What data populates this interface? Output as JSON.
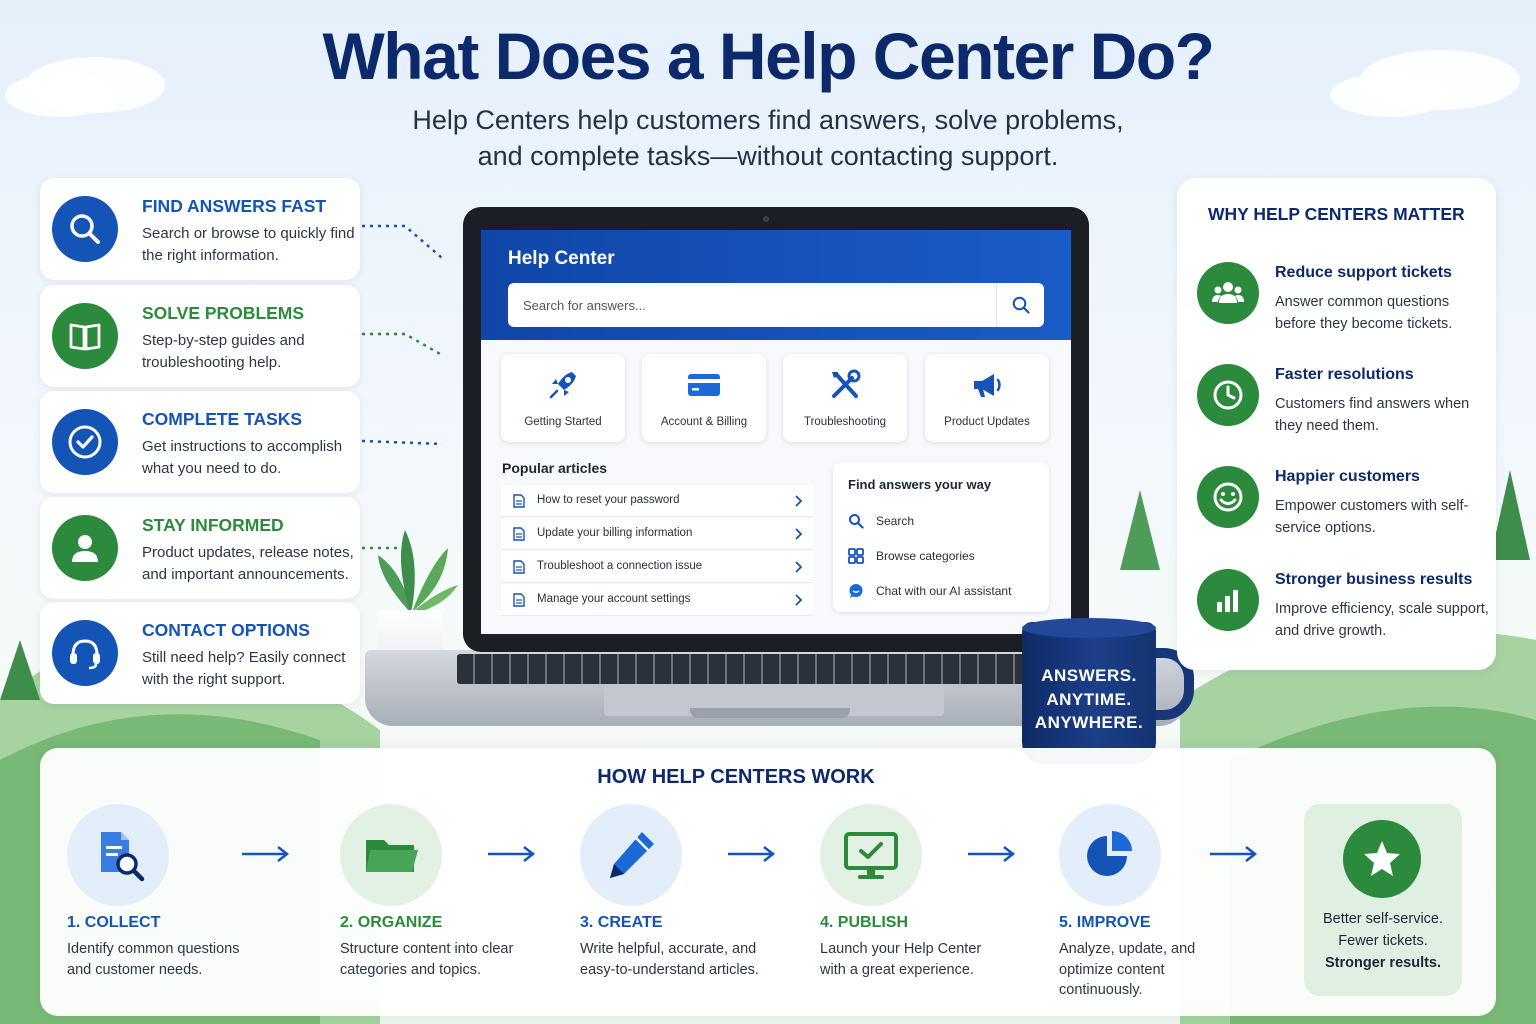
{
  "header": {
    "title": "What Does a Help Center Do?",
    "subtitle_line1": "Help Centers help customers find answers, solve problems,",
    "subtitle_line2": "and complete tasks—without contacting support."
  },
  "features": [
    {
      "title": "FIND ANSWERS FAST",
      "desc": "Search or browse to quickly find the right information.",
      "icon": "search-icon",
      "color": "#1554b7"
    },
    {
      "title": "SOLVE PROBLEMS",
      "desc": "Step-by-step guides and troubleshooting help.",
      "icon": "book-icon",
      "color": "#2b8a3b"
    },
    {
      "title": "COMPLETE TASKS",
      "desc": "Get instructions to accomplish what you need to do.",
      "icon": "check-circle-icon",
      "color": "#1554b7"
    },
    {
      "title": "STAY INFORMED",
      "desc": "Product updates, release notes, and important announcements.",
      "icon": "user-icon",
      "color": "#2b8a3b"
    },
    {
      "title": "CONTACT OPTIONS",
      "desc": "Still need help? Easily connect with the right support.",
      "icon": "headset-icon",
      "color": "#1554b7"
    }
  ],
  "screen": {
    "title": "Help Center",
    "search_placeholder": "Search for answers...",
    "categories": [
      {
        "label": "Getting Started",
        "icon": "rocket-icon"
      },
      {
        "label": "Account & Billing",
        "icon": "credit-card-icon"
      },
      {
        "label": "Troubleshooting",
        "icon": "tools-icon"
      },
      {
        "label": "Product Updates",
        "icon": "megaphone-icon"
      }
    ],
    "popular_title": "Popular articles",
    "articles": [
      "How to reset your password",
      "Update your billing information",
      "Troubleshoot a connection issue",
      "Manage your account settings"
    ],
    "ways_title": "Find answers your way",
    "ways": [
      {
        "label": "Search",
        "icon": "search-icon"
      },
      {
        "label": "Browse categories",
        "icon": "grid-icon"
      },
      {
        "label": "Chat with our AI assistant",
        "icon": "chat-icon"
      }
    ]
  },
  "mug": {
    "line1": "ANSWERS.",
    "line2": "ANYTIME.",
    "line3": "ANYWHERE."
  },
  "why": {
    "title": "WHY HELP CENTERS MATTER",
    "items": [
      {
        "title": "Reduce support tickets",
        "desc": "Answer common questions before they become tickets.",
        "icon": "users-icon"
      },
      {
        "title": "Faster resolutions",
        "desc": "Customers find answers when they need them.",
        "icon": "clock-icon"
      },
      {
        "title": "Happier customers",
        "desc": "Empower customers with self-service options.",
        "icon": "smile-icon"
      },
      {
        "title": "Stronger business results",
        "desc": "Improve efficiency, scale support, and drive growth.",
        "icon": "bar-chart-icon"
      }
    ]
  },
  "how": {
    "title": "HOW HELP CENTERS WORK",
    "steps": [
      {
        "label": "1. COLLECT",
        "desc": "Identify common questions and customer needs.",
        "icon": "document-search-icon",
        "color": "#1554b7"
      },
      {
        "label": "2. ORGANIZE",
        "desc": "Structure content into clear categories and topics.",
        "icon": "folder-icon",
        "color": "#2b8a3b"
      },
      {
        "label": "3. CREATE",
        "desc": "Write helpful, accurate, and easy-to-understand articles.",
        "icon": "pencil-icon",
        "color": "#1554b7"
      },
      {
        "label": "4. PUBLISH",
        "desc": "Launch your Help Center with a great experience.",
        "icon": "monitor-check-icon",
        "color": "#2b8a3b"
      },
      {
        "label": "5. IMPROVE",
        "desc": "Analyze, update, and optimize content continuously.",
        "icon": "pie-chart-icon",
        "color": "#1554b7"
      }
    ],
    "result": {
      "line1": "Better self-service.",
      "line2": "Fewer tickets.",
      "line3": "Stronger results."
    }
  },
  "colors": {
    "navy": "#0c2a6b",
    "blue": "#1554b7",
    "green": "#2b8a3b"
  }
}
